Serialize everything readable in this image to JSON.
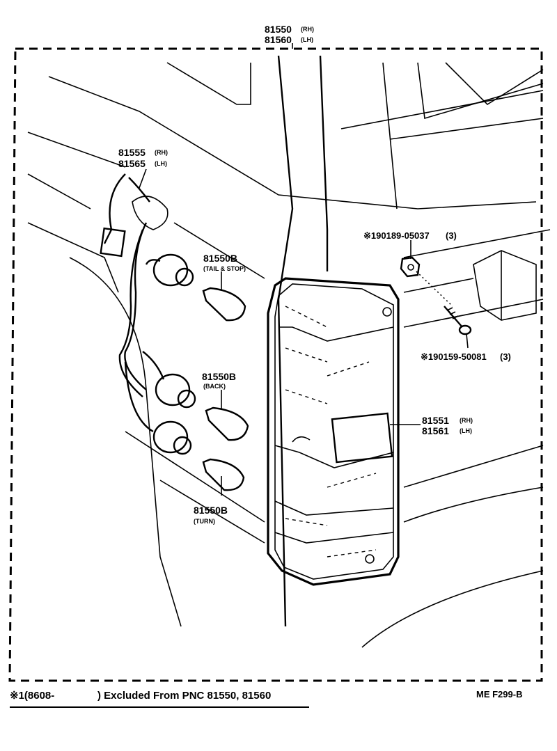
{
  "diagram": {
    "assembly": {
      "pnc_rh": "81550",
      "tag_rh": "(RH)",
      "pnc_lh": "81560",
      "tag_lh": "(LH)"
    },
    "socket_wire": {
      "pnc_rh": "81555",
      "tag_rh": "(RH)",
      "pnc_lh": "81565",
      "tag_lh": "(LH)"
    },
    "bulb_tail": {
      "pnc": "81550B",
      "desc": "(TAIL & STOP)"
    },
    "bulb_back": {
      "pnc": "81550B",
      "desc": "(BACK)"
    },
    "bulb_turn": {
      "pnc": "81550B",
      "desc": "(TURN)"
    },
    "lens": {
      "pnc_rh": "81551",
      "tag_rh": "(RH)",
      "pnc_lh": "81561",
      "tag_lh": "(LH)"
    },
    "nut": {
      "label": "※190189-05037",
      "qty": "(3)"
    },
    "screw": {
      "label": "※190159-50081",
      "qty": "(3)"
    }
  },
  "footer": {
    "note_prefix": "※1(8608-",
    "note_text": ") Excluded From PNC 81550, 81560",
    "code": "ME  F299-B"
  }
}
